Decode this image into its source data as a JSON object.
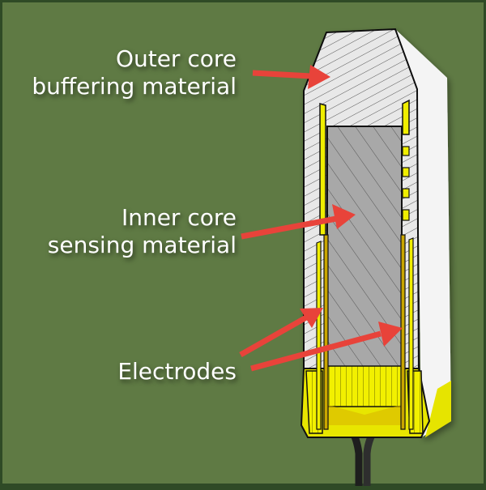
{
  "figure": {
    "subject": "sensor cross-section",
    "colors": {
      "background": "#5f7a44",
      "frame": "#2f4a26",
      "outer_core": "#e6e6e6",
      "inner_core": "#a9a9a9",
      "electrode": "#f0ee00",
      "base": "#ecea10",
      "cable": "#2b2b2b",
      "arrow": "#e8433a",
      "label_text": "#ffffff"
    }
  },
  "labels": {
    "outer_core": {
      "line1": "Outer core",
      "line2": "buffering material"
    },
    "inner_core": {
      "line1": "Inner core",
      "line2": "sensing material"
    },
    "electrodes": {
      "line1": "Electrodes"
    }
  }
}
